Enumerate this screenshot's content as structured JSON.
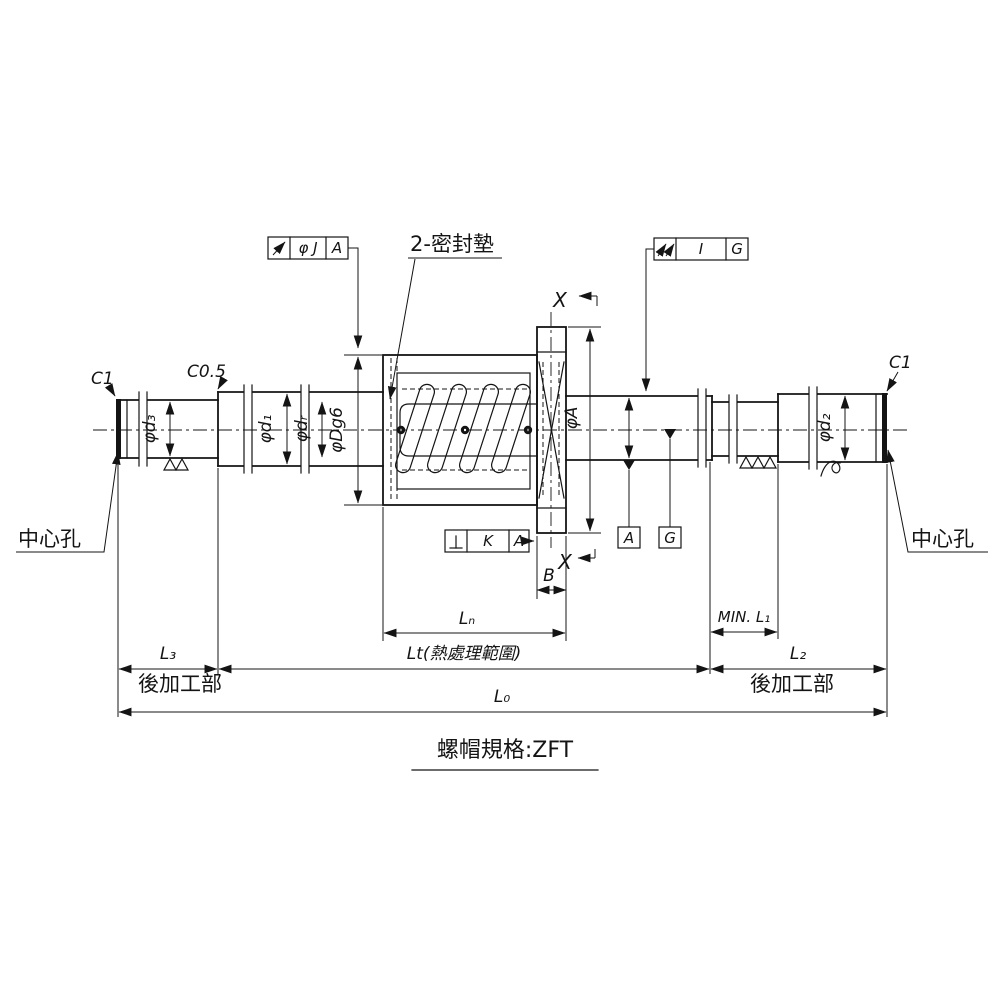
{
  "drawing": {
    "caption": "螺帽規格:ZFT",
    "seal_label": "2-密封墊",
    "center_hole_left": "中心孔",
    "center_hole_right": "中心孔",
    "post_machined_left": "後加工部",
    "post_machined_right": "後加工部",
    "chamfers": {
      "left_c1": "C1",
      "left_c05": "C0.5",
      "right_c1": "C1"
    },
    "section_marks": {
      "top": "X",
      "bottom": "X"
    },
    "gdt": {
      "runout_frame": {
        "symbol": "circular-runout",
        "tolerance": "φ J",
        "datum": "A"
      },
      "total_runout_frame": {
        "symbol": "total-runout",
        "tolerance": "I",
        "datum": "G"
      },
      "perpendicularity_frame": {
        "symbol": "perpendicularity",
        "tolerance": "K",
        "datum": "A"
      },
      "datum_a": "A",
      "datum_g": "G"
    },
    "diameters": {
      "d3": "φd₃",
      "d1": "φd₁",
      "dr": "φdᵣ",
      "Dg6": "φDg6",
      "A": "φA",
      "d2": "φd₂"
    },
    "lengths": {
      "B": "B",
      "Ln": "Lₙ",
      "min_L1": "MIN. L₁",
      "L3": "L₃",
      "Lt": "Lt(熱處理範圍)",
      "L2": "L₂",
      "L0": "L₀"
    }
  }
}
